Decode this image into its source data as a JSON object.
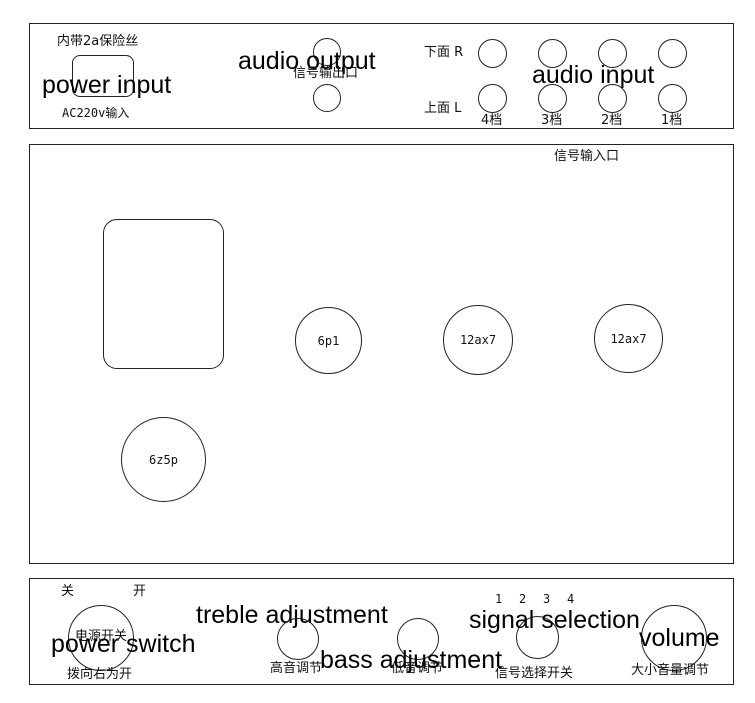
{
  "top_panel": {
    "fuse_label": "内带2a保险丝",
    "ac_input_label": "AC220v输入",
    "power_input_overlay": "power input",
    "audio_output_overlay": "audio output",
    "signal_output_label": "信号输出口",
    "row_lower_label": "下面 R",
    "row_upper_label": "上面 L",
    "audio_input_overlay": "audio input",
    "channel_labels": [
      "4档",
      "3档",
      "2档",
      "1档"
    ]
  },
  "middle_panel": {
    "signal_input_label": "信号输入口",
    "tubes": {
      "t6p1": "6p1",
      "t12ax7_a": "12ax7",
      "t12ax7_b": "12ax7",
      "t6z5p": "6z5p"
    }
  },
  "bottom_panel": {
    "off_label": "关",
    "on_label": "开",
    "power_switch_label": "电源开关",
    "power_switch_note": "拨向右为开",
    "power_switch_overlay": "power switch",
    "treble_overlay": "treble adjustment",
    "treble_label": "高音调节",
    "bass_overlay": "bass adjustment",
    "bass_label": "低音调节",
    "selector_numbers": [
      "1",
      "2",
      "3",
      "4"
    ],
    "signal_selection_overlay": "signal selection",
    "selector_label": "信号选择开关",
    "volume_overlay": "volume",
    "volume_label": "大小音量调节"
  }
}
